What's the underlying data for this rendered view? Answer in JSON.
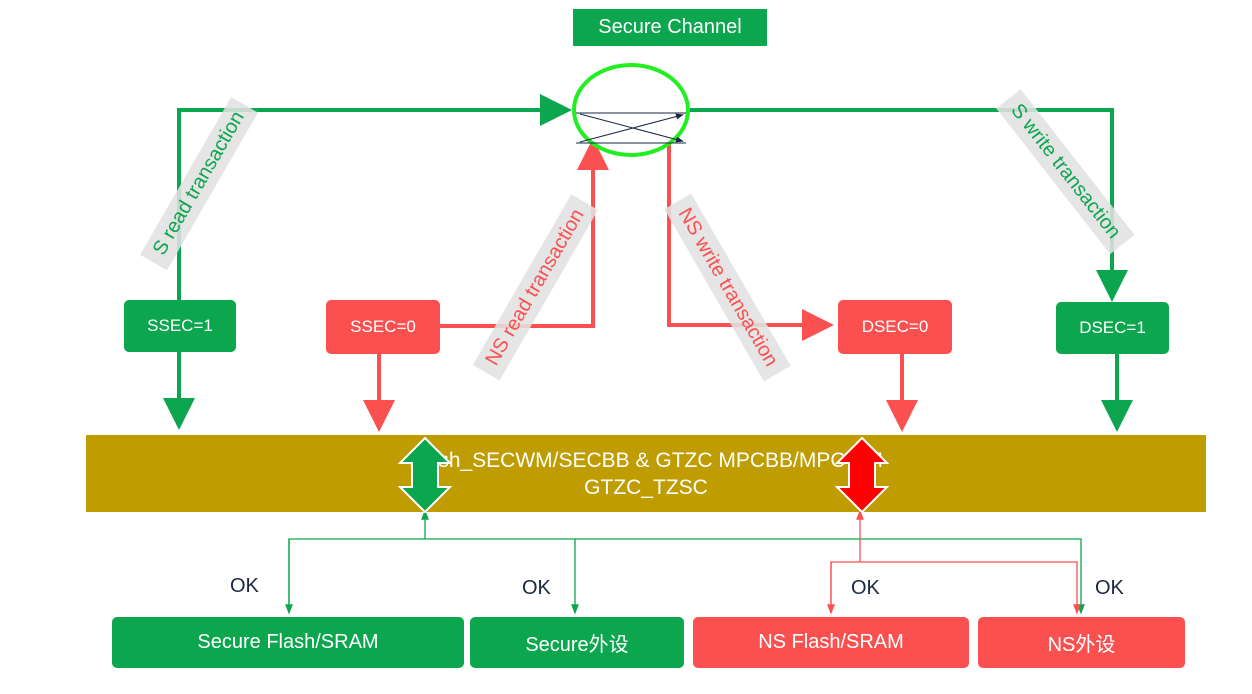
{
  "title": "Secure Channel",
  "labels": {
    "s_read": "S read transaction",
    "ns_read": "NS read transaction",
    "ns_write": "NS write transaction",
    "s_write": "S write transaction"
  },
  "attribute_boxes": {
    "ssec1": "SSEC=1",
    "ssec0": "SSEC=0",
    "dsec0": "DSEC=0",
    "dsec1": "DSEC=1"
  },
  "security_bar": {
    "line1": "Flash_SECWM/SECBB & GTZC MPCBB/MPCWM",
    "line2": "GTZC_TZSC"
  },
  "ok_labels": [
    "OK",
    "OK",
    "OK",
    "OK"
  ],
  "targets": {
    "secure_flash_sram": "Secure Flash/SRAM",
    "secure_peripheral": "Secure外设",
    "ns_flash_sram": "NS Flash/SRAM",
    "ns_peripheral": "NS外设"
  },
  "colors": {
    "secure": "#0ca64e",
    "non_secure": "#fb5050",
    "filter_bar": "#bf9c00",
    "ns_arrow": "#ff0000"
  }
}
